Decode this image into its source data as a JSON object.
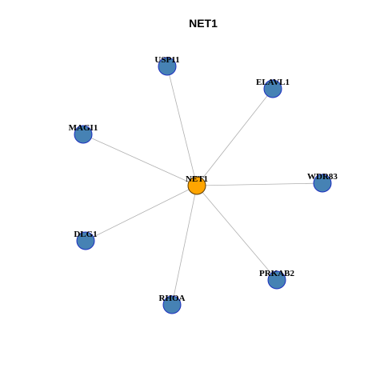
{
  "title": "NET1",
  "colors": {
    "hub_fill": "#FFA500",
    "hub_stroke": "#5a3a00",
    "leaf_fill": "#4682B4",
    "leaf_stroke": "#1c2fbf",
    "edge": "#b0b0b0"
  },
  "hub": {
    "id": "NET1",
    "label": "NET1"
  },
  "nodes": [
    {
      "id": "USP11",
      "label": "USP11"
    },
    {
      "id": "ELAVL1",
      "label": "ELAVL1"
    },
    {
      "id": "MAGI1",
      "label": "MAGI1"
    },
    {
      "id": "WDR83",
      "label": "WDR83"
    },
    {
      "id": "DLG1",
      "label": "DLG1"
    },
    {
      "id": "PRKAB2",
      "label": "PRKAB2"
    },
    {
      "id": "RHOA",
      "label": "RHOA"
    }
  ],
  "edges": [
    [
      "NET1",
      "USP11"
    ],
    [
      "NET1",
      "ELAVL1"
    ],
    [
      "NET1",
      "MAGI1"
    ],
    [
      "NET1",
      "WDR83"
    ],
    [
      "NET1",
      "DLG1"
    ],
    [
      "NET1",
      "PRKAB2"
    ],
    [
      "NET1",
      "RHOA"
    ]
  ]
}
